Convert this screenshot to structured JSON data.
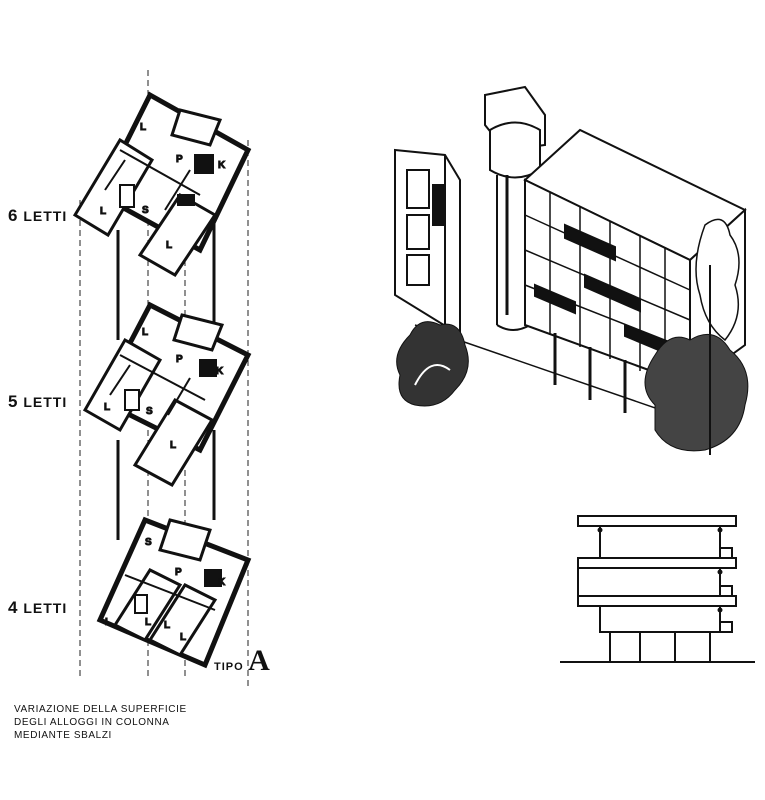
{
  "levels": [
    {
      "count": "6",
      "word": "LETTI"
    },
    {
      "count": "5",
      "word": "LETTI"
    },
    {
      "count": "4",
      "word": "LETTI"
    }
  ],
  "tipo": {
    "prefix": "TIPO",
    "letter": "A"
  },
  "caption": {
    "line1": "VARIAZIONE DELLA SUPERFICIE",
    "line2": "DEGLI ALLOGGI IN COLONNA",
    "line3": "MEDIANTE SBALZI"
  },
  "room_codes": {
    "living": "L",
    "sleeping": "S",
    "passage": "P",
    "kitchen": "K"
  }
}
